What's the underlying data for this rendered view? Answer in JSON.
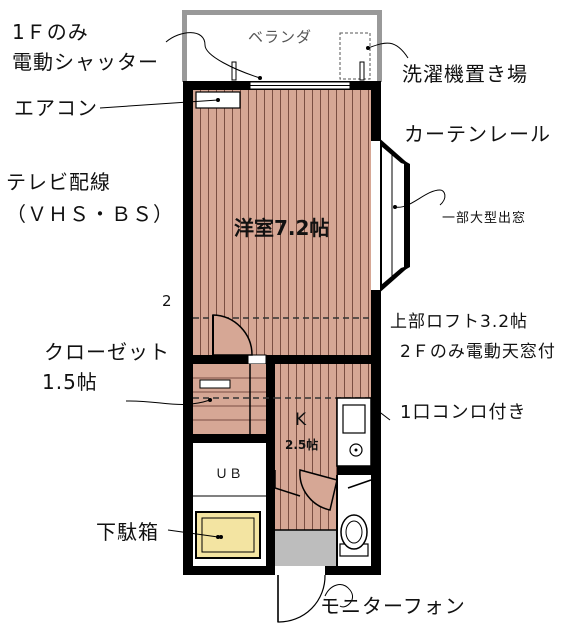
{
  "floorplan": {
    "rooms": {
      "western_room": "洋室7.2帖",
      "kitchen_letter": "K",
      "kitchen_size": "2.5帖",
      "bath": "ＵＢ",
      "veranda": "ベランダ",
      "corner_number": "2"
    },
    "annotations": {
      "shutter_line1": "1Ｆのみ",
      "shutter_line2": "電動シャッター",
      "laundry": "洗濯機置き場",
      "aircon": "エアコン",
      "curtain_rail": "カーテンレール",
      "tv_line1": "テレビ配線",
      "tv_line2": "（ＶＨＳ・ＢＳ）",
      "bay_window": "一部大型出窓",
      "loft": "上部ロフト3.2帖",
      "skylight": "2Ｆのみ電動天窓付",
      "closet_line1": "クローゼット",
      "closet_line2": "1.5帖",
      "stove": "1口コンロ付き",
      "shoe_box": "下駄箱",
      "intercom": "モニターフォン"
    },
    "colors": {
      "floor_wood": "#d6a795",
      "floor_line": "#7a4e42",
      "wall": "#000000",
      "veranda_fill": "#ffffff",
      "entry_tile": "#bdbdbd"
    }
  }
}
